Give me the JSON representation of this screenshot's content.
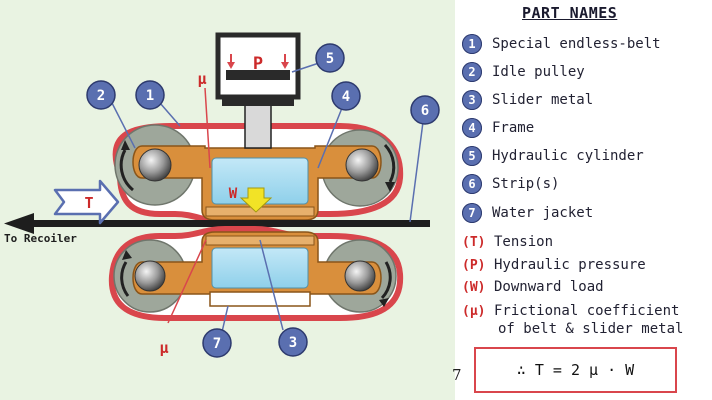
{
  "diagram": {
    "labels": {
      "mu_top": "μ",
      "mu_bottom": "μ",
      "pressure": "P",
      "load": "W",
      "tension": "T",
      "recoiler": "To Recoiler"
    },
    "callouts": [
      "1",
      "2",
      "3",
      "4",
      "5",
      "6",
      "7"
    ]
  },
  "legend": {
    "title": "PART NAMES",
    "items": [
      {
        "key": "1",
        "text": "Special endless-belt"
      },
      {
        "key": "2",
        "text": "Idle pulley"
      },
      {
        "key": "3",
        "text": "Slider metal"
      },
      {
        "key": "4",
        "text": "Frame"
      },
      {
        "key": "5",
        "text": "Hydraulic cylinder"
      },
      {
        "key": "6",
        "text": "Strip(s)"
      },
      {
        "key": "7",
        "text": "Water jacket"
      }
    ],
    "symbols": [
      {
        "key": "(T)",
        "text": "Tension"
      },
      {
        "key": "(P)",
        "text": "Hydraulic pressure"
      },
      {
        "key": "(W)",
        "text": "Downward load"
      },
      {
        "key": "(μ)",
        "text": "Frictional coefficient"
      }
    ],
    "continuation": "of belt & slider metal"
  },
  "page_number": "7",
  "formula": "∴ T = 2 μ · W",
  "colors": {
    "background": "#e9f3e2",
    "belt": "#d9464c",
    "frame": "#d98f3c",
    "water": "#a8dcf0",
    "badge": "#5a6fb0",
    "strip": "#1e1e1e",
    "load_arrow": "#f2e326"
  }
}
